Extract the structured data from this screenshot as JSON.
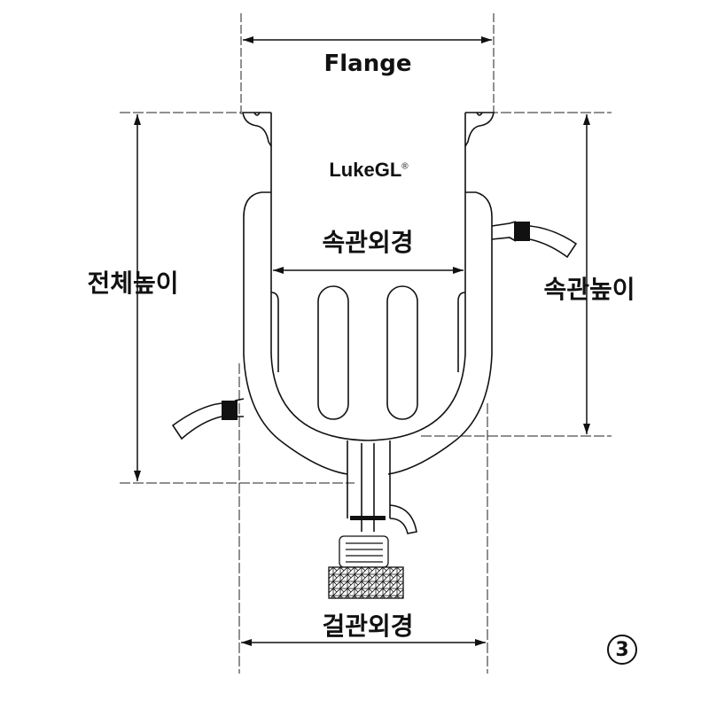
{
  "labels": {
    "flange": "Flange",
    "inner_od": "속관외경",
    "total_height": "전체높이",
    "inner_height": "속관높이",
    "jacket_od": "걸관외경",
    "figure_number": "3"
  },
  "logo": {
    "text": "LukeGL",
    "mark": "®"
  }
}
